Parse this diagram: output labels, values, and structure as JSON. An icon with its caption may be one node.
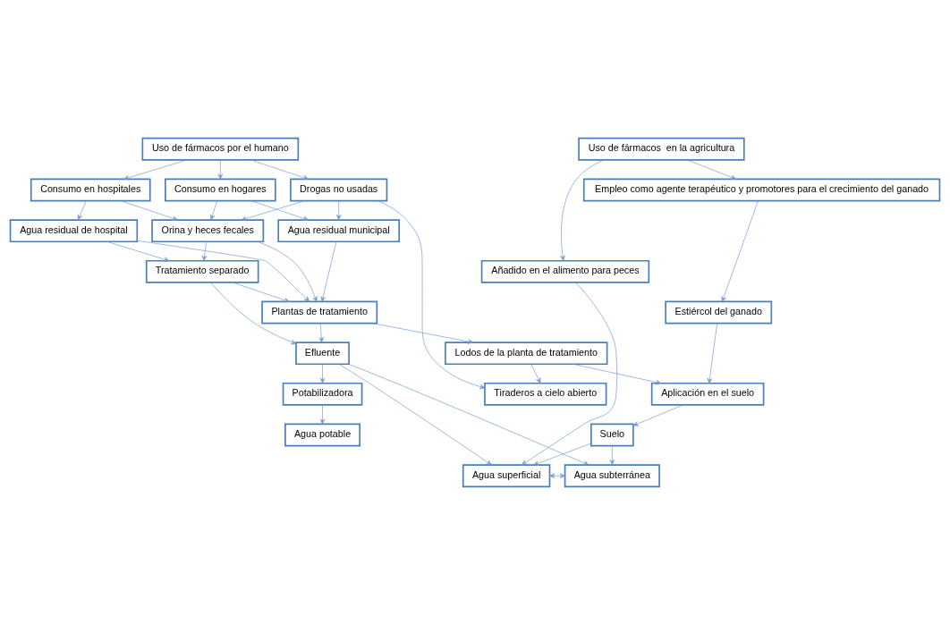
{
  "diagram": {
    "nodes": [
      {
        "text": [
          "Uso de fármacos por el humano"
        ]
      },
      {
        "text": [
          "Uso de fármacos  en la agricultura"
        ]
      },
      {
        "text": [
          "Consumo en hospitales"
        ]
      },
      {
        "text": [
          "Consumo en hogares"
        ]
      },
      {
        "text": [
          "Drogas no usadas"
        ]
      },
      {
        "text": [
          "Empleo como agente terapéutico y promotores para el crecimiento del ganado"
        ]
      },
      {
        "text": [
          "Añadido en el alimento para peces"
        ]
      },
      {
        "text": [
          "Agua residual de hospital"
        ]
      },
      {
        "text": [
          "Orina y heces fecales"
        ]
      },
      {
        "text": [
          "Agua residual municipal"
        ]
      },
      {
        "text": [
          "Tiraderos a cielo abierto"
        ]
      },
      {
        "text": [
          "Estiércol del ganado"
        ]
      },
      {
        "text": [
          "Aplicación en el suelo"
        ]
      },
      {
        "text": [
          "Tratamiento separado"
        ]
      },
      {
        "text": [
          "Plantas de tratamiento"
        ]
      },
      {
        "text": [
          "Lodos de la planta de tratamiento"
        ]
      },
      {
        "text": [
          "Suelo"
        ]
      },
      {
        "text": [
          "Efluente"
        ]
      },
      {
        "text": [
          "Agua superficial"
        ]
      },
      {
        "text": [
          "Agua subterránea"
        ]
      },
      {
        "text": [
          "Potabilizadora"
        ]
      },
      {
        "text": [
          "Agua potable"
        ]
      }
    ],
    "edges": [
      {
        "from": 0,
        "to": 2,
        "arrow": "to"
      },
      {
        "from": 0,
        "to": 3,
        "arrow": "to"
      },
      {
        "from": 0,
        "to": 4,
        "arrow": "to"
      },
      {
        "from": 1,
        "to": 5,
        "arrow": "to"
      },
      {
        "from": 1,
        "to": 6,
        "arrow": "to"
      },
      {
        "from": 2,
        "to": 7,
        "arrow": "to"
      },
      {
        "from": 2,
        "to": 8,
        "arrow": "to"
      },
      {
        "from": 3,
        "to": 8,
        "arrow": "to"
      },
      {
        "from": 3,
        "to": 9,
        "arrow": "to"
      },
      {
        "from": 4,
        "to": 8,
        "arrow": "to"
      },
      {
        "from": 4,
        "to": 9,
        "arrow": "to"
      },
      {
        "from": 4,
        "to": 10,
        "arrow": "to"
      },
      {
        "from": 5,
        "to": 11,
        "arrow": "to"
      },
      {
        "from": 7,
        "to": 13,
        "arrow": "to"
      },
      {
        "from": 7,
        "to": 14,
        "arrow": "to"
      },
      {
        "from": 8,
        "to": 13,
        "arrow": "to"
      },
      {
        "from": 8,
        "to": 14,
        "arrow": "to"
      },
      {
        "from": 9,
        "to": 14,
        "arrow": "to"
      },
      {
        "from": 11,
        "to": 12,
        "arrow": "to"
      },
      {
        "from": 13,
        "to": 14,
        "arrow": "to"
      },
      {
        "from": 14,
        "to": 15,
        "arrow": "to"
      },
      {
        "from": 15,
        "to": 10,
        "arrow": "to"
      },
      {
        "from": 15,
        "to": 12,
        "arrow": "to"
      },
      {
        "from": 12,
        "to": 16,
        "arrow": "to"
      },
      {
        "from": 13,
        "to": 17,
        "arrow": "to"
      },
      {
        "from": 14,
        "to": 17,
        "arrow": "to"
      },
      {
        "from": 17,
        "to": 18,
        "arrow": "to"
      },
      {
        "from": 17,
        "to": 19,
        "arrow": "to"
      },
      {
        "from": 17,
        "to": 20,
        "arrow": "to"
      },
      {
        "from": 16,
        "to": 18,
        "arrow": "to"
      },
      {
        "from": 16,
        "to": 19,
        "arrow": "to"
      },
      {
        "from": 6,
        "to": 18,
        "arrow": "to"
      },
      {
        "from": 18,
        "to": 19,
        "arrow": "both"
      },
      {
        "from": 20,
        "to": 21,
        "arrow": "to"
      }
    ]
  }
}
